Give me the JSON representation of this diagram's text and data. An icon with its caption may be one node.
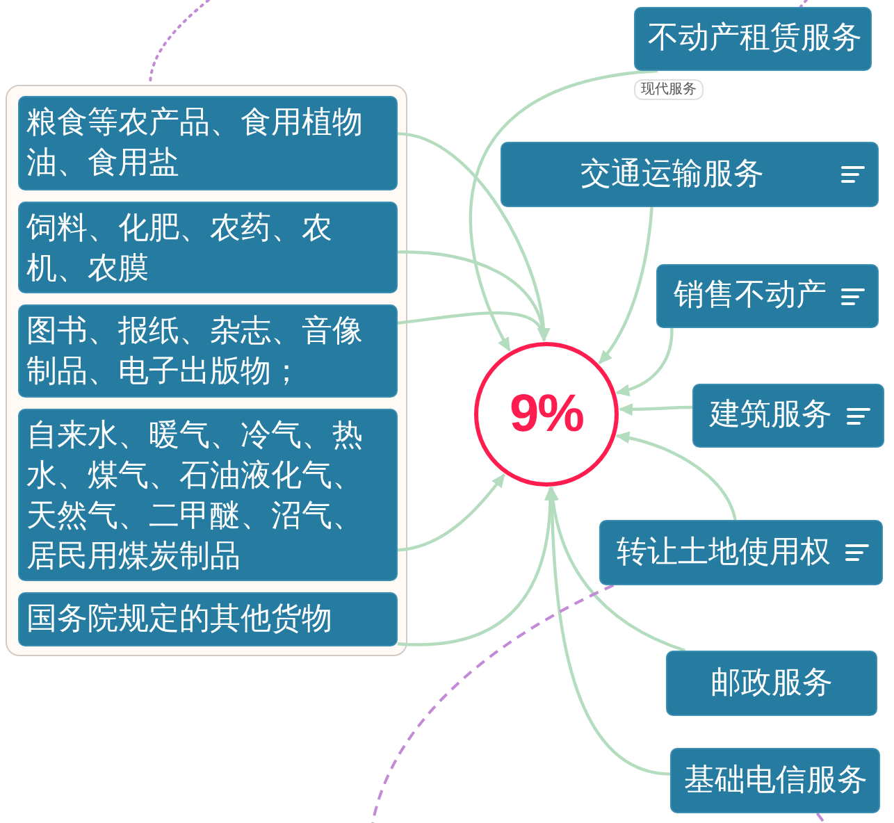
{
  "diagram": {
    "nodes": [
      {
        "text": [],
        "shape": "box"
      },
      {
        "text": [
          "粮食等农产品、食用植物油、食用盐"
        ],
        "in": 0
      },
      {
        "text": [
          "饲料、化肥、农药、农机、农膜"
        ],
        "in": 0
      },
      {
        "text": [
          "图书、报纸、杂志、音像制品、电子出版物；"
        ],
        "in": 0
      },
      {
        "text": [
          "自来水、暖气、冷气、热水、煤气、石油液化气、天然气、二甲醚、沼气、居民用煤炭制品"
        ],
        "in": 0
      },
      {
        "text": [
          "国务院规定的其他货物"
        ],
        "in": 0
      },
      {
        "text": [
          "9%"
        ]
      },
      {
        "text": [
          "不动产租赁服务"
        ],
        "beside": [
          "现代服务"
        ]
      },
      {
        "text": [
          "交通运输服务"
        ]
      },
      {
        "text": [
          "销售不动产"
        ]
      },
      {
        "text": [
          "建筑服务"
        ]
      },
      {
        "text": [
          "转让土地使用权"
        ]
      },
      {
        "text": [
          "邮政服务"
        ]
      },
      {
        "text": [
          "基础电信服务"
        ]
      }
    ],
    "edges": [
      {
        "from": 1,
        "to": 6,
        "arrow": "to"
      },
      {
        "from": 2,
        "to": 6,
        "arrow": "to"
      },
      {
        "from": 3,
        "to": 6,
        "arrow": "to"
      },
      {
        "from": 4,
        "to": 6,
        "arrow": "to"
      },
      {
        "from": 5,
        "to": 6,
        "arrow": "to"
      },
      {
        "from": 7,
        "to": 6,
        "arrow": "to"
      },
      {
        "from": 8,
        "to": 6,
        "arrow": "to"
      },
      {
        "from": 9,
        "to": 6,
        "arrow": "to"
      },
      {
        "from": 10,
        "to": 6,
        "arrow": "to"
      },
      {
        "from": 11,
        "to": 6,
        "arrow": "to"
      },
      {
        "from": 12,
        "to": 6,
        "arrow": "to"
      },
      {
        "from": 13,
        "to": 6,
        "arrow": "to"
      },
      {
        "from": null,
        "to": 0,
        "arrow": "none",
        "style": "dashed",
        "color": "#c38ad6"
      },
      {
        "from": null,
        "to": 7,
        "arrow": "none",
        "style": "dashed",
        "color": "#c38ad6"
      },
      {
        "from": 11,
        "to": null,
        "arrow": "none",
        "style": "dashed",
        "color": "#c38ad6"
      },
      {
        "from": 13,
        "to": null,
        "arrow": "none",
        "style": "dashed",
        "color": "#c38ad6"
      }
    ]
  }
}
